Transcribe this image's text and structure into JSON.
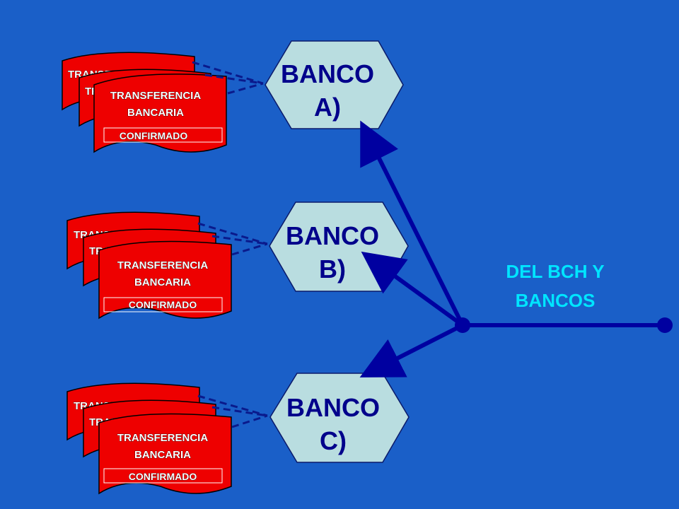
{
  "document": {
    "line1": "TRANSFERENCIA",
    "line2": "BANCARIA",
    "status": "CONFIRMADO",
    "partial_back": "TRANSFER",
    "partial_mid": "TRANSFER"
  },
  "banks": [
    {
      "line1": "BANCO",
      "line2": "A)"
    },
    {
      "line1": "BANCO",
      "line2": "B)"
    },
    {
      "line1": "BANCO",
      "line2": "C)"
    }
  ],
  "side_label": {
    "line1": "DEL BCH Y",
    "line2": "BANCOS"
  },
  "colors": {
    "background": "#1a5fc8",
    "document": "#ee0000",
    "bank_fill": "#b9dde0",
    "arrow": "#0000a0",
    "label": "#00e5ff"
  }
}
